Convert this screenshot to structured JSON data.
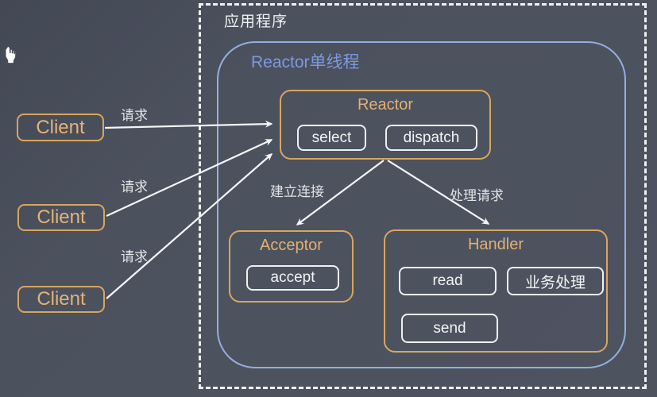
{
  "colors": {
    "background": "#4d525f",
    "accent_orange_border": "#d7a65f",
    "orange_text": "#e0b173",
    "blue_border": "#94aede",
    "blue_text": "#7d99dc",
    "white_text": "#f2f3f5",
    "arrow_color": "#f4f5f7"
  },
  "app_box": {
    "title": "应用程序"
  },
  "reactor_thread_box": {
    "title": "Reactor单线程"
  },
  "reactor_box": {
    "title": "Reactor",
    "select_label": "select",
    "dispatch_label": "dispatch"
  },
  "acceptor_box": {
    "title": "Acceptor",
    "accept_label": "accept"
  },
  "handler_box": {
    "title": "Handler",
    "read_label": "read",
    "business_label": "业务处理",
    "send_label": "send"
  },
  "clients": [
    {
      "label": "Client"
    },
    {
      "label": "Client"
    },
    {
      "label": "Client"
    }
  ],
  "edge_labels": {
    "request1": "请求",
    "request2": "请求",
    "request3": "请求",
    "establish_connection": "建立连接",
    "process_request": "处理请求"
  },
  "cursor": {
    "icon": "hand-pointer"
  }
}
